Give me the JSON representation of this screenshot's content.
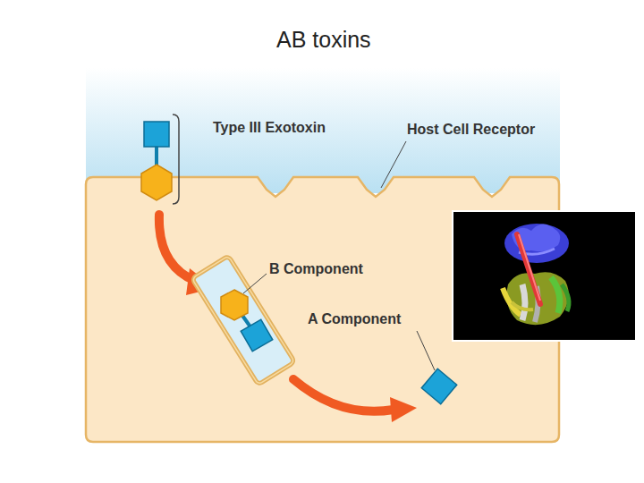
{
  "diagram": {
    "title": "AB toxins",
    "labels": [
      "Type III Exotoxin",
      "Host Cell Receptor",
      "B Component",
      "A Component"
    ]
  }
}
